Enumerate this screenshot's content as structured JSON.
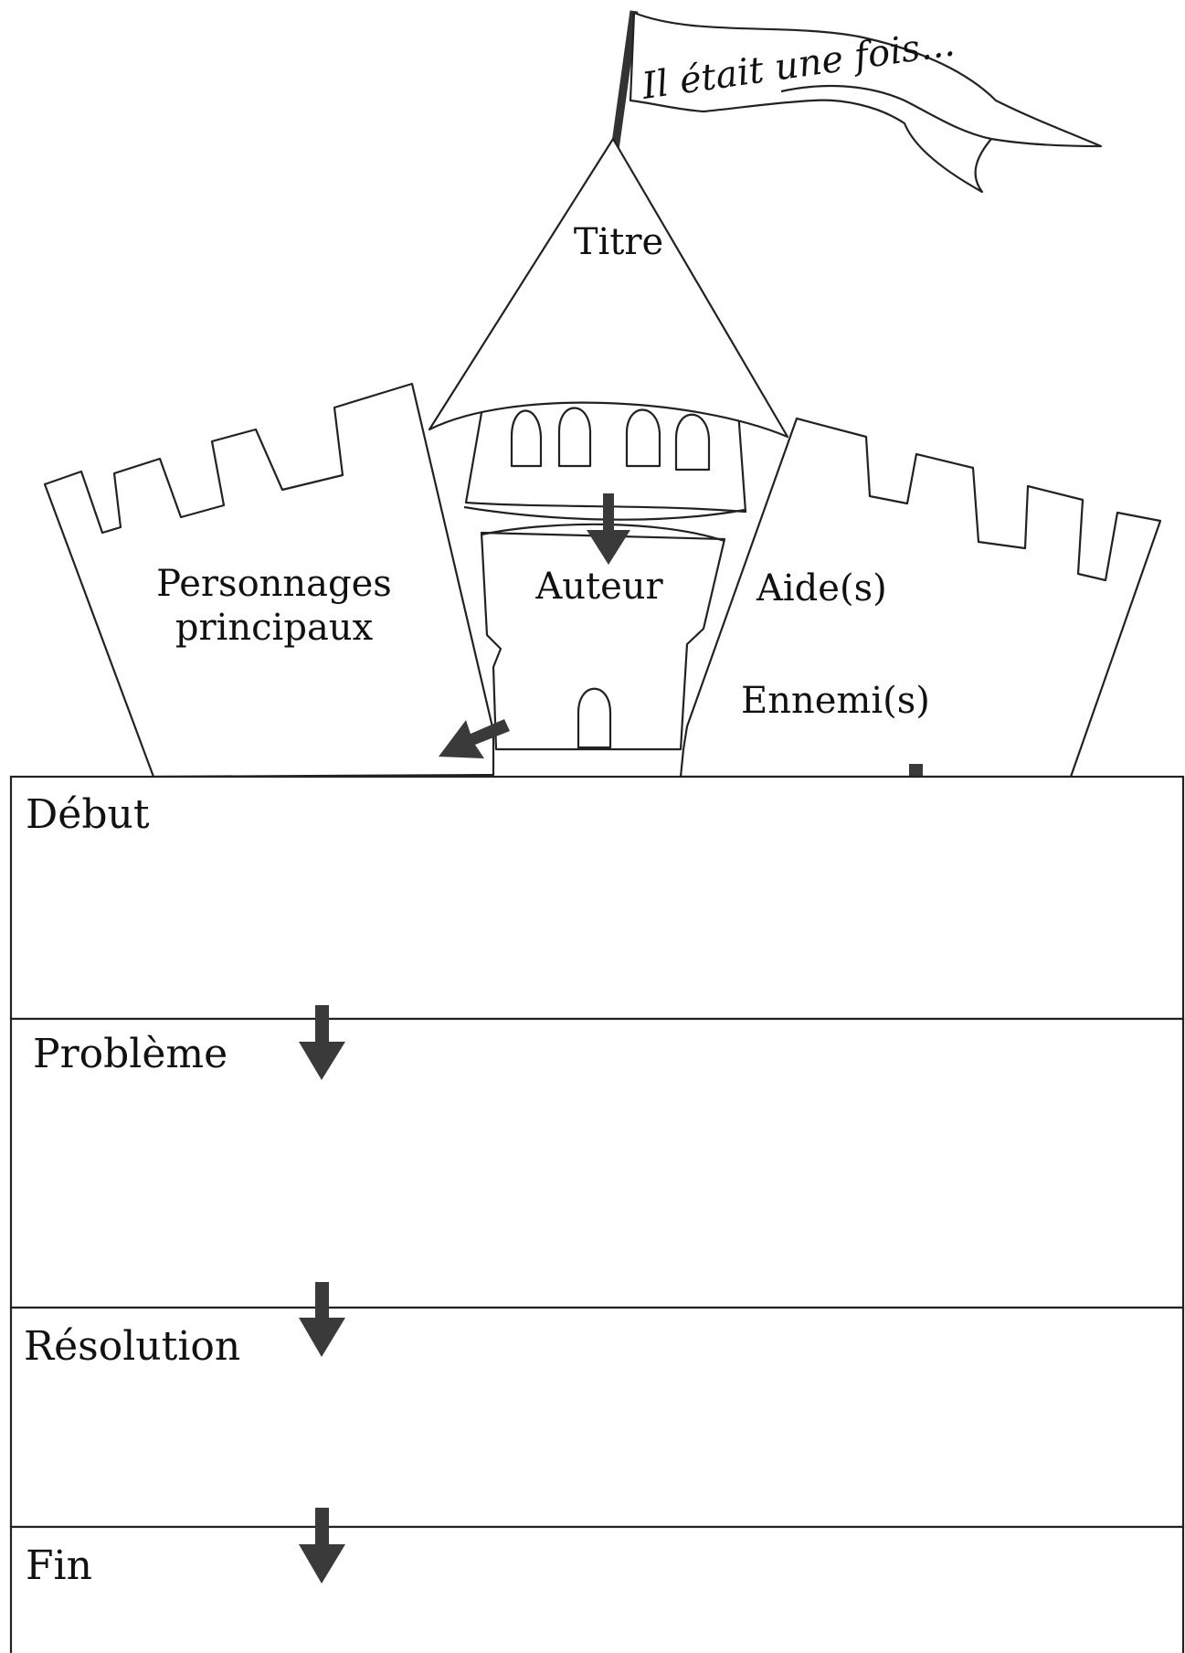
{
  "banner": {
    "text": "Il était une fois..."
  },
  "tower": {
    "title_label": "Titre",
    "author_label": "Auteur"
  },
  "left_wall": {
    "line1": "Personnages",
    "line2": "principaux"
  },
  "right_wall": {
    "helpers_label": "Aide(s)",
    "enemies_label": "Ennemi(s)"
  },
  "sections": [
    {
      "label": "Début"
    },
    {
      "label": "Problème"
    },
    {
      "label": "Résolution"
    },
    {
      "label": "Fin"
    }
  ],
  "colors": {
    "ink": "#222222",
    "arrow": "#3a3a3a",
    "paper": "#ffffff"
  }
}
